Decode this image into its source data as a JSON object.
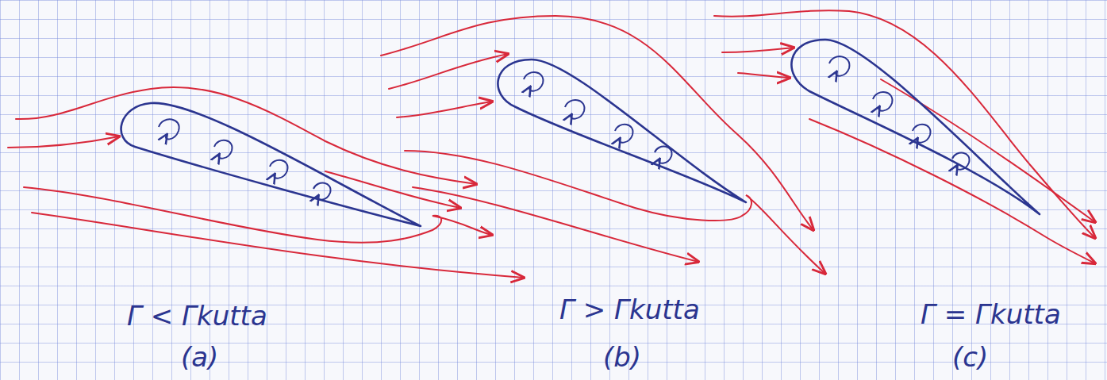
{
  "diagram": {
    "labels": [
      "Γ < Γkutta",
      "(a)",
      "Γ > Γkutta",
      "(b)",
      "Γ = Γkutta",
      "(c)"
    ]
  }
}
